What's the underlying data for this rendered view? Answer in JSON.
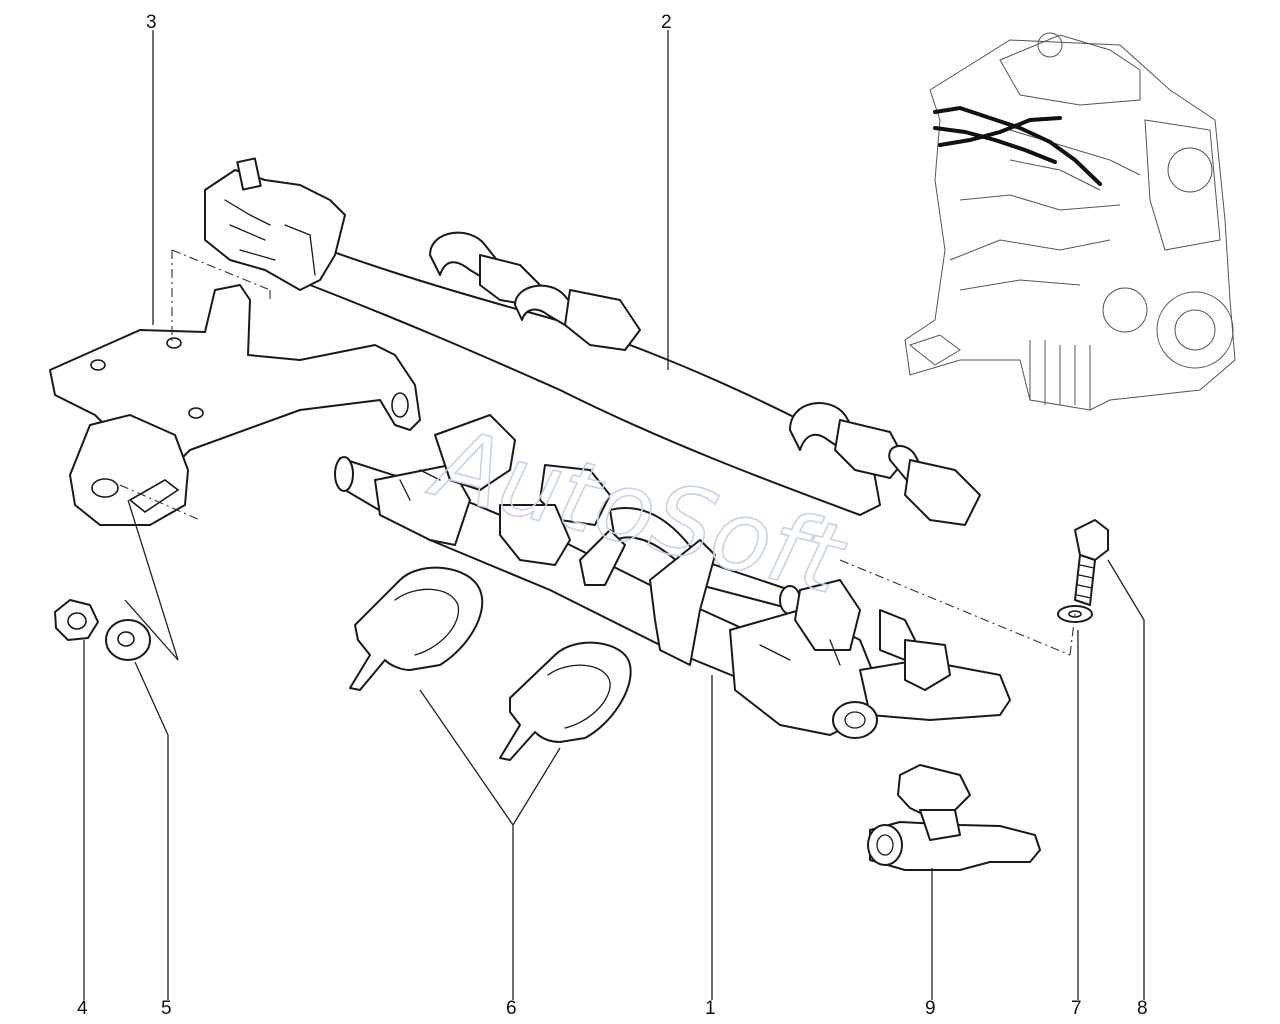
{
  "watermark": "AutoSoft",
  "callouts": [
    {
      "id": "3",
      "label": "3"
    },
    {
      "id": "2",
      "label": "2"
    },
    {
      "id": "4",
      "label": "4"
    },
    {
      "id": "5",
      "label": "5"
    },
    {
      "id": "6",
      "label": "6"
    },
    {
      "id": "1",
      "label": "1"
    },
    {
      "id": "9",
      "label": "9"
    },
    {
      "id": "7",
      "label": "7"
    },
    {
      "id": "8",
      "label": "8"
    }
  ],
  "colors": {
    "line": "#1a1a1a",
    "watermark": "#c9d3e6",
    "background": "#ffffff"
  }
}
